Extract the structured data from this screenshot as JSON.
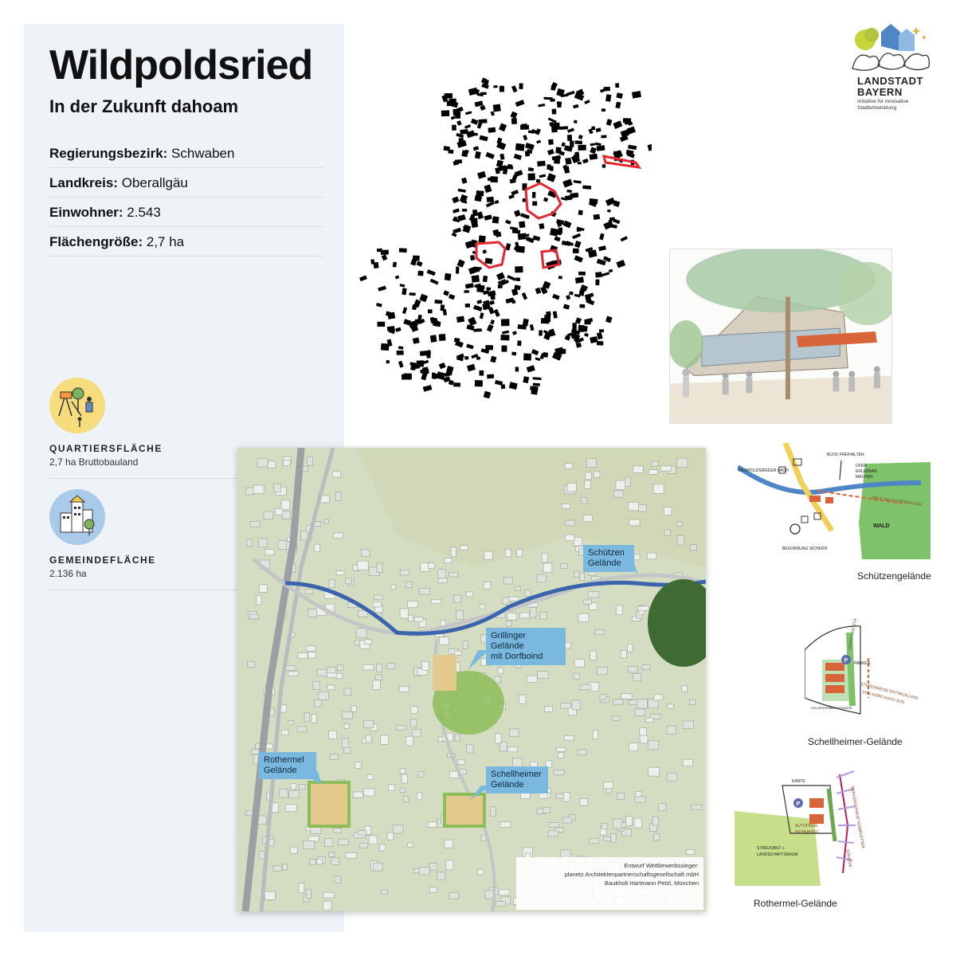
{
  "header": {
    "title": "Wildpoldsried",
    "subtitle": "In der Zukunft dahoam"
  },
  "facts": [
    {
      "label": "Regierungsbezirk:",
      "value": "Schwaben"
    },
    {
      "label": "Landkreis:",
      "value": "Oberallgäu"
    },
    {
      "label": "Einwohner:",
      "value": "2.543"
    },
    {
      "label": "Flächengröße:",
      "value": "2,7 ha"
    }
  ],
  "stats": [
    {
      "label": "QUARTIERSFLÄCHE",
      "value": "2,7 ha Bruttobauland",
      "icon": "playground-icon",
      "color": "#f6dc7c"
    },
    {
      "label": "GEMEINDEFLÄCHE",
      "value": "2.136 ha",
      "icon": "town-buildings-icon",
      "color": "#a9cbe9"
    }
  ],
  "logo": {
    "line1": "LANDSTADT",
    "line2": "BAYERN",
    "line3": "Initiative für innovative",
    "line4": "Stadtentwicklung"
  },
  "aerial": {
    "labels": [
      {
        "line1": "Schützen",
        "line2": "Gelände"
      },
      {
        "line1": "Grillinger Gelände",
        "line2": "mit Dorfboind"
      },
      {
        "line1": "Rothermel",
        "line2": "Gelände"
      },
      {
        "line1": "Schellheimer",
        "line2": "Gelände"
      }
    ],
    "credit": {
      "line1": "Entwurf Wettbewerbssieger:",
      "line2": "planetz Architektenpartnerschaftsgesellschaft mbH",
      "line3": "Baukholt Hartmann Petzl, München"
    }
  },
  "sketches": {
    "schuetzen": {
      "caption": "Schützengelände",
      "bach": "WILDPOLDSRIEDER BACH",
      "blick": "BLICK FREIHALTEN",
      "ufer1": "UFER",
      "ufer2": "ERLEBBAR",
      "ufer3": "MACHEN",
      "wege": "NEUE WEGEVERBINDUNG",
      "wald": "WALD",
      "besonnung": "BESONNUNG SICHERN"
    },
    "schellheimer": {
      "caption": "Schellheimer-Gelände",
      "gruen": "GRÜNFUGE STÄRKEN",
      "parken": "PARKEN",
      "stufen1": "STUFENWEISE ENTWICKLUNG",
      "stufen2": "VON NORD NACH SÜD",
      "strasse": "HOLZERHEIMER STRASSE"
    },
    "rothermel": {
      "caption": "Rothermel-Gelände",
      "kante": "KANTE",
      "perlen1": "\"PERLENSCHNUR\" KOMPLETTER",
      "perlen2": "STRASSE",
      "auto1": "AUTOFREIE",
      "auto2": "WOHNHÖFE",
      "streu1": "STREUOBST +",
      "streu2": "LANDSCHAFTSRAUM"
    }
  }
}
